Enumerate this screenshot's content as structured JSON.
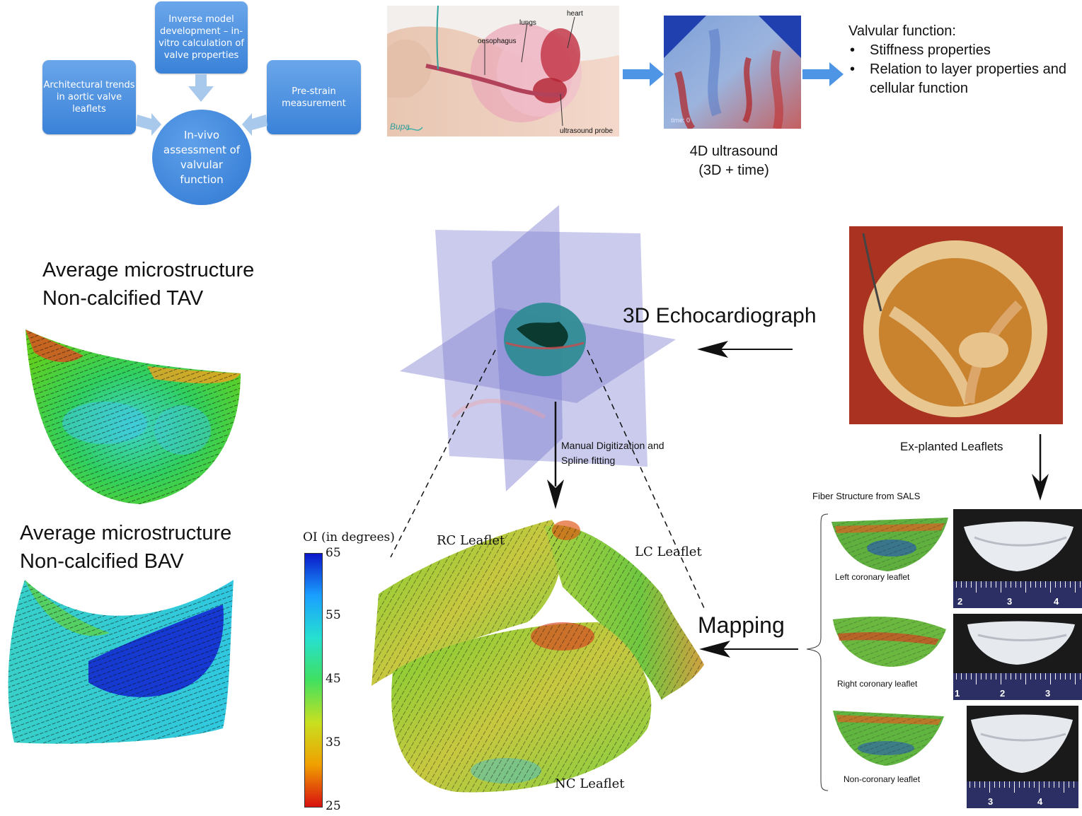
{
  "concept": {
    "architectural": "Architectural trends in aortic valve leaflets",
    "inverse": "Inverse model development – in-vitro calculation of valve properties",
    "prestrain": "Pre-strain measurement",
    "center": "In-vivo assessment of valvular function"
  },
  "anatomy": {
    "oesophagus": "oesophagus",
    "lungs": "lungs",
    "heart": "heart",
    "probe": "ultrasound probe",
    "logo": "Bupa"
  },
  "ultrasound": {
    "time": "time: 0",
    "caption_line1": "4D ultrasound",
    "caption_line2": "(3D + time)"
  },
  "valvular": {
    "title": "Valvular function:",
    "items": [
      "Stiffness properties",
      "Relation to layer properties and cellular function"
    ]
  },
  "tav": {
    "line1": "Average microstructure",
    "line2": "Non-calcified TAV"
  },
  "bav": {
    "line1": "Average microstructure",
    "line2": "Non-calcified BAV"
  },
  "echo_label": "3D Echocardiograph",
  "digitization": {
    "line1": "Manual Digitization and",
    "line2": "Spline fitting"
  },
  "mapping_label": "Mapping",
  "explanted_label": "Ex-planted Leaflets",
  "sals": {
    "title": "Fiber Structure from SALS",
    "leaflets": [
      "Left coronary leaflet",
      "Right coronary leaflet",
      "Non-coronary leaflet"
    ],
    "scales": [
      [
        "2",
        "3",
        "4"
      ],
      [
        "1",
        "2",
        "3"
      ],
      [
        "3",
        "4"
      ]
    ]
  },
  "colorbar": {
    "title": "OI (in degrees)",
    "ticks": [
      "65",
      "55",
      "45",
      "35",
      "25"
    ],
    "colors": [
      "#0b18c8",
      "#1aa0ff",
      "#26e0d0",
      "#40e060",
      "#c8e020",
      "#f0a000",
      "#d81010"
    ]
  },
  "leaflets": {
    "rc": "RC Leaflet",
    "lc": "LC Leaflet",
    "nc": "NC Leaflet"
  },
  "colors": {
    "box_blue": "#3a82d8",
    "arrow_blue": "#4f95e6",
    "plane_purple": "#8c8cd8"
  }
}
